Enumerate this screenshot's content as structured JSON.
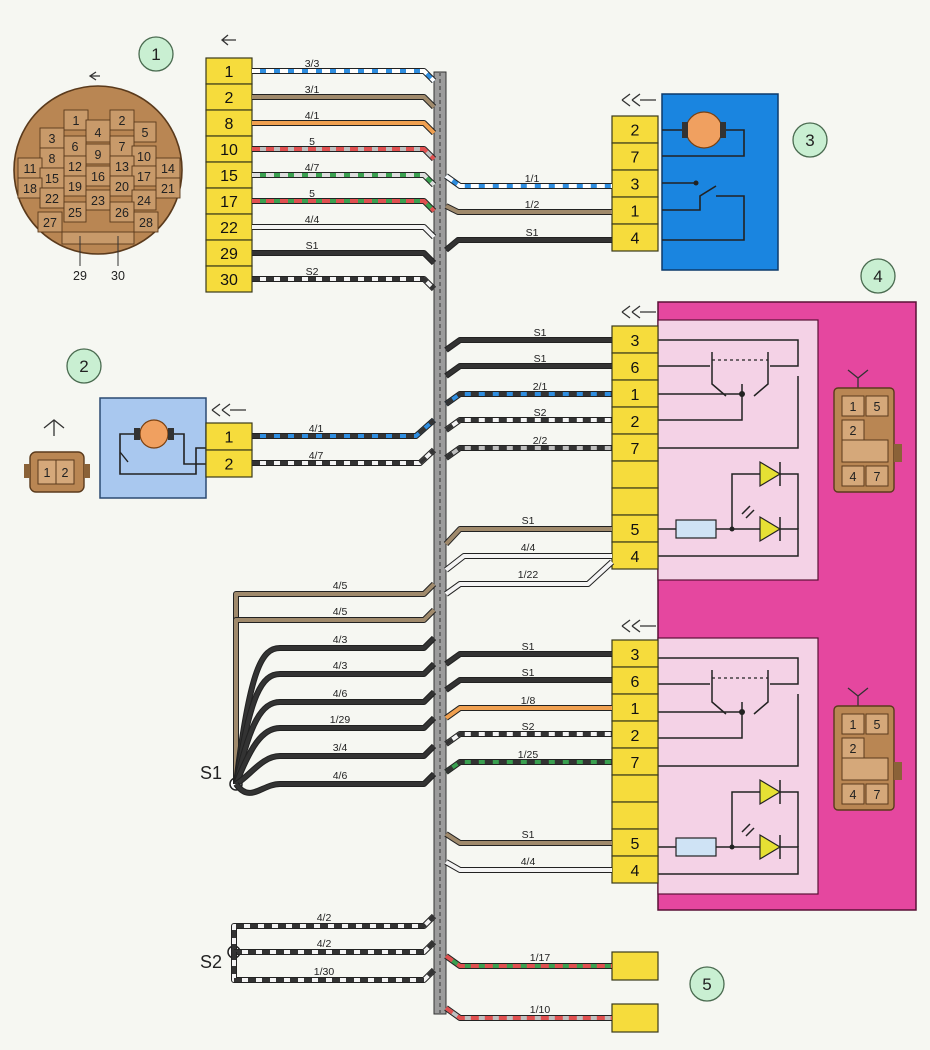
{
  "callouts": [
    "1",
    "2",
    "3",
    "4",
    "5"
  ],
  "splices": {
    "s1": "S1",
    "s2": "S2"
  },
  "connector1": {
    "face_pins": [
      "1",
      "2",
      "3",
      "4",
      "5",
      "6",
      "7",
      "8",
      "9",
      "10",
      "11",
      "12",
      "13",
      "14",
      "15",
      "16",
      "17",
      "18",
      "19",
      "20",
      "21",
      "22",
      "23",
      "24",
      "25",
      "26",
      "27",
      "28"
    ],
    "bottom_pins": [
      "29",
      "30"
    ],
    "pins": [
      "1",
      "2",
      "8",
      "10",
      "15",
      "17",
      "22",
      "29",
      "30"
    ],
    "wires": [
      "3/3",
      "3/1",
      "4/1",
      "5",
      "4/7",
      "5",
      "4/4",
      "S1",
      "S2"
    ]
  },
  "motor2": {
    "face_pins": [
      "1",
      "2"
    ],
    "pins": [
      "1",
      "2"
    ],
    "wires": [
      "4/1",
      "4/7"
    ]
  },
  "switch3": {
    "pins": [
      "2",
      "7",
      "3",
      "1",
      "4"
    ],
    "wires": [
      "1/1",
      "1/2",
      "S1"
    ]
  },
  "relay_top": {
    "pins": [
      "3",
      "6",
      "1",
      "2",
      "7",
      "5",
      "4"
    ],
    "wires": [
      "S1",
      "S1",
      "2/1",
      "S2",
      "2/2",
      "S1",
      "4/4",
      "1/22"
    ]
  },
  "relay_bottom": {
    "pins": [
      "3",
      "6",
      "1",
      "2",
      "7",
      "5",
      "4"
    ],
    "wires": [
      "S1",
      "S1",
      "1/8",
      "S2",
      "1/25",
      "S1",
      "4/4"
    ]
  },
  "relay_connector_pins": [
    "1",
    "5",
    "2",
    "4",
    "7"
  ],
  "s1_wires": [
    "4/5",
    "4/5",
    "4/3",
    "4/3",
    "4/6",
    "1/29",
    "3/4",
    "4/6"
  ],
  "s2_wires": [
    "4/2",
    "4/2",
    "1/30"
  ],
  "block5_wires": [
    "1/17",
    "1/10"
  ],
  "colors": {
    "pin_yellow": "#f6dc3c",
    "blue_panel": "#1a85e0",
    "light_blue_panel": "#a9c8ef",
    "magenta_block": "#e5479f",
    "relay_inner": "#f4d2e6",
    "connector_brown": "#b98653",
    "motor_orange": "#f0a060",
    "callout_green": "#c9efd2"
  }
}
